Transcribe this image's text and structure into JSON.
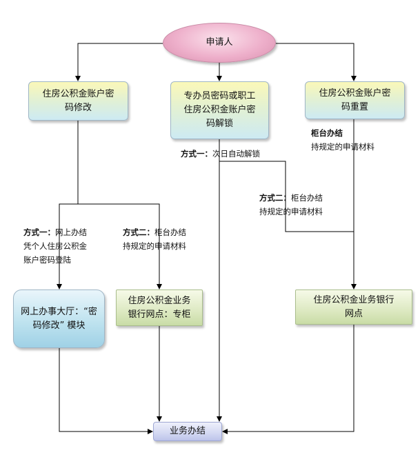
{
  "nodes": {
    "applicant": "申请人",
    "reset_password": [
      "住房公积金账户密",
      "码修改"
    ],
    "unlock": [
      "专办员密码或职工",
      "住房公积金账户密",
      "码解锁"
    ],
    "reset": [
      "住房公积金账户密",
      "码重置"
    ],
    "online_hall": [
      "网上办事大厅：“密",
      "码修改” 模块"
    ],
    "counter_bank": [
      "住房公积金业务",
      "银行网点：专柜"
    ],
    "bank_branch": [
      "住房公积金业务银行",
      "网点"
    ],
    "done": "业务办结"
  },
  "labels": {
    "unlock_way1_title": "方式一：",
    "unlock_way1_text": "次日自动解锁",
    "unlock_way2_title": "方式二：",
    "unlock_way2_text": "柜台办结",
    "unlock_way2_text2": "持规定的申请材料",
    "reset_title": "柜台办结",
    "reset_text": "持规定的申请材料",
    "modify_way1_title": "方式一：",
    "modify_way1_text": "网上办结",
    "modify_way1_text2": "凭个人住房公积金",
    "modify_way1_text3": "账户密码登陆",
    "modify_way2_title": "方式二：",
    "modify_way2_text": "柜台办结",
    "modify_way2_text2": "持规定的申请材料"
  }
}
